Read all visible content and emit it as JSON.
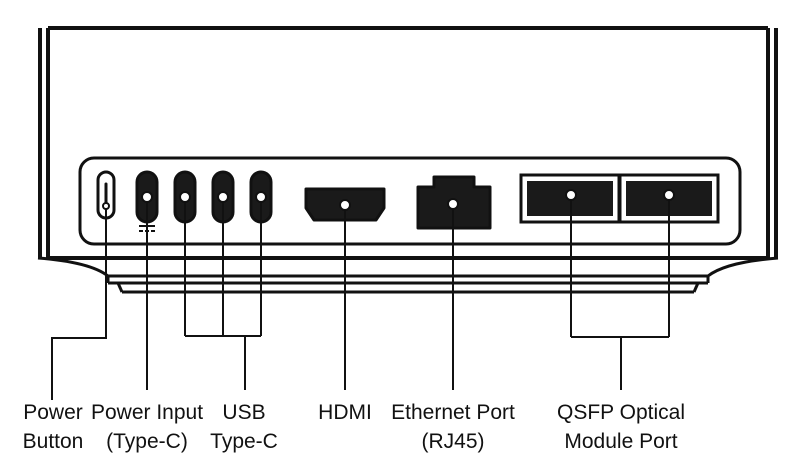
{
  "colors": {
    "stroke": "#111111",
    "port_fill": "#1a1a1a",
    "background": "#ffffff",
    "port_dot": "#ffffff"
  },
  "labels": {
    "power_button": [
      "Power",
      "Button"
    ],
    "power_input": [
      "Power Input",
      "(Type-C)"
    ],
    "usb": [
      "USB",
      "Type-C"
    ],
    "hdmi": [
      "HDMI"
    ],
    "ethernet": [
      "Ethernet Port",
      "(RJ45)"
    ],
    "qsfp": [
      "QSFP Optical",
      "Module Port"
    ]
  },
  "ports": {
    "usb_type_c_count": 3,
    "qsfp_count": 2
  }
}
